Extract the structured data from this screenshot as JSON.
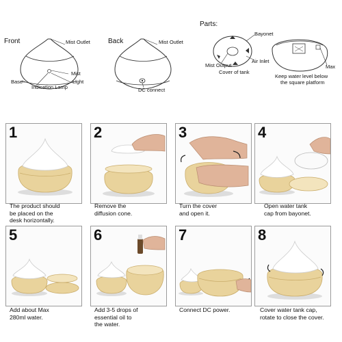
{
  "diagram": {
    "front_title": "Front",
    "back_title": "Back",
    "parts_title": "Parts:",
    "front_labels": {
      "mist_outlet": "Mist Outlet",
      "mist": "Mist",
      "light": "Light",
      "base": "Base",
      "indication_lamp": "Indication Lamp"
    },
    "back_labels": {
      "mist_outlet": "Mist Outlet",
      "dc_connect": "DC connect"
    },
    "parts_labels": {
      "bayonet": "Bayonet",
      "air_inlet": "Air Inlet",
      "mist_output": "Mist Output",
      "cover_of_tank": "Cover of tank",
      "max": "Max",
      "keep_water": "Keep water level below",
      "square_platform": "the square platform"
    }
  },
  "steps": [
    {
      "number": "1",
      "lines": [
        "The product should",
        "be placed on the",
        "desk horizontally."
      ]
    },
    {
      "number": "2",
      "lines": [
        "Remove the",
        "diffusion cone."
      ]
    },
    {
      "number": "3",
      "lines": [
        "Turn the cover",
        "and open it."
      ]
    },
    {
      "number": "4",
      "lines": [
        "Open water tank",
        "cap from bayonet."
      ]
    },
    {
      "number": "5",
      "lines": [
        "Add about Max",
        "280ml water."
      ]
    },
    {
      "number": "6",
      "lines": [
        "Add 3-5 drops of",
        "essential oil to",
        "the water."
      ]
    },
    {
      "number": "7",
      "lines": [
        "Connect DC power."
      ]
    },
    {
      "number": "8",
      "lines": [
        "Cover water tank cap,",
        "rotate to close the cover."
      ]
    }
  ],
  "colors": {
    "wood": "#e9d39c",
    "wood_dark": "#c9ac6a",
    "cone": "#ffffff",
    "border": "#9a9a9a"
  }
}
